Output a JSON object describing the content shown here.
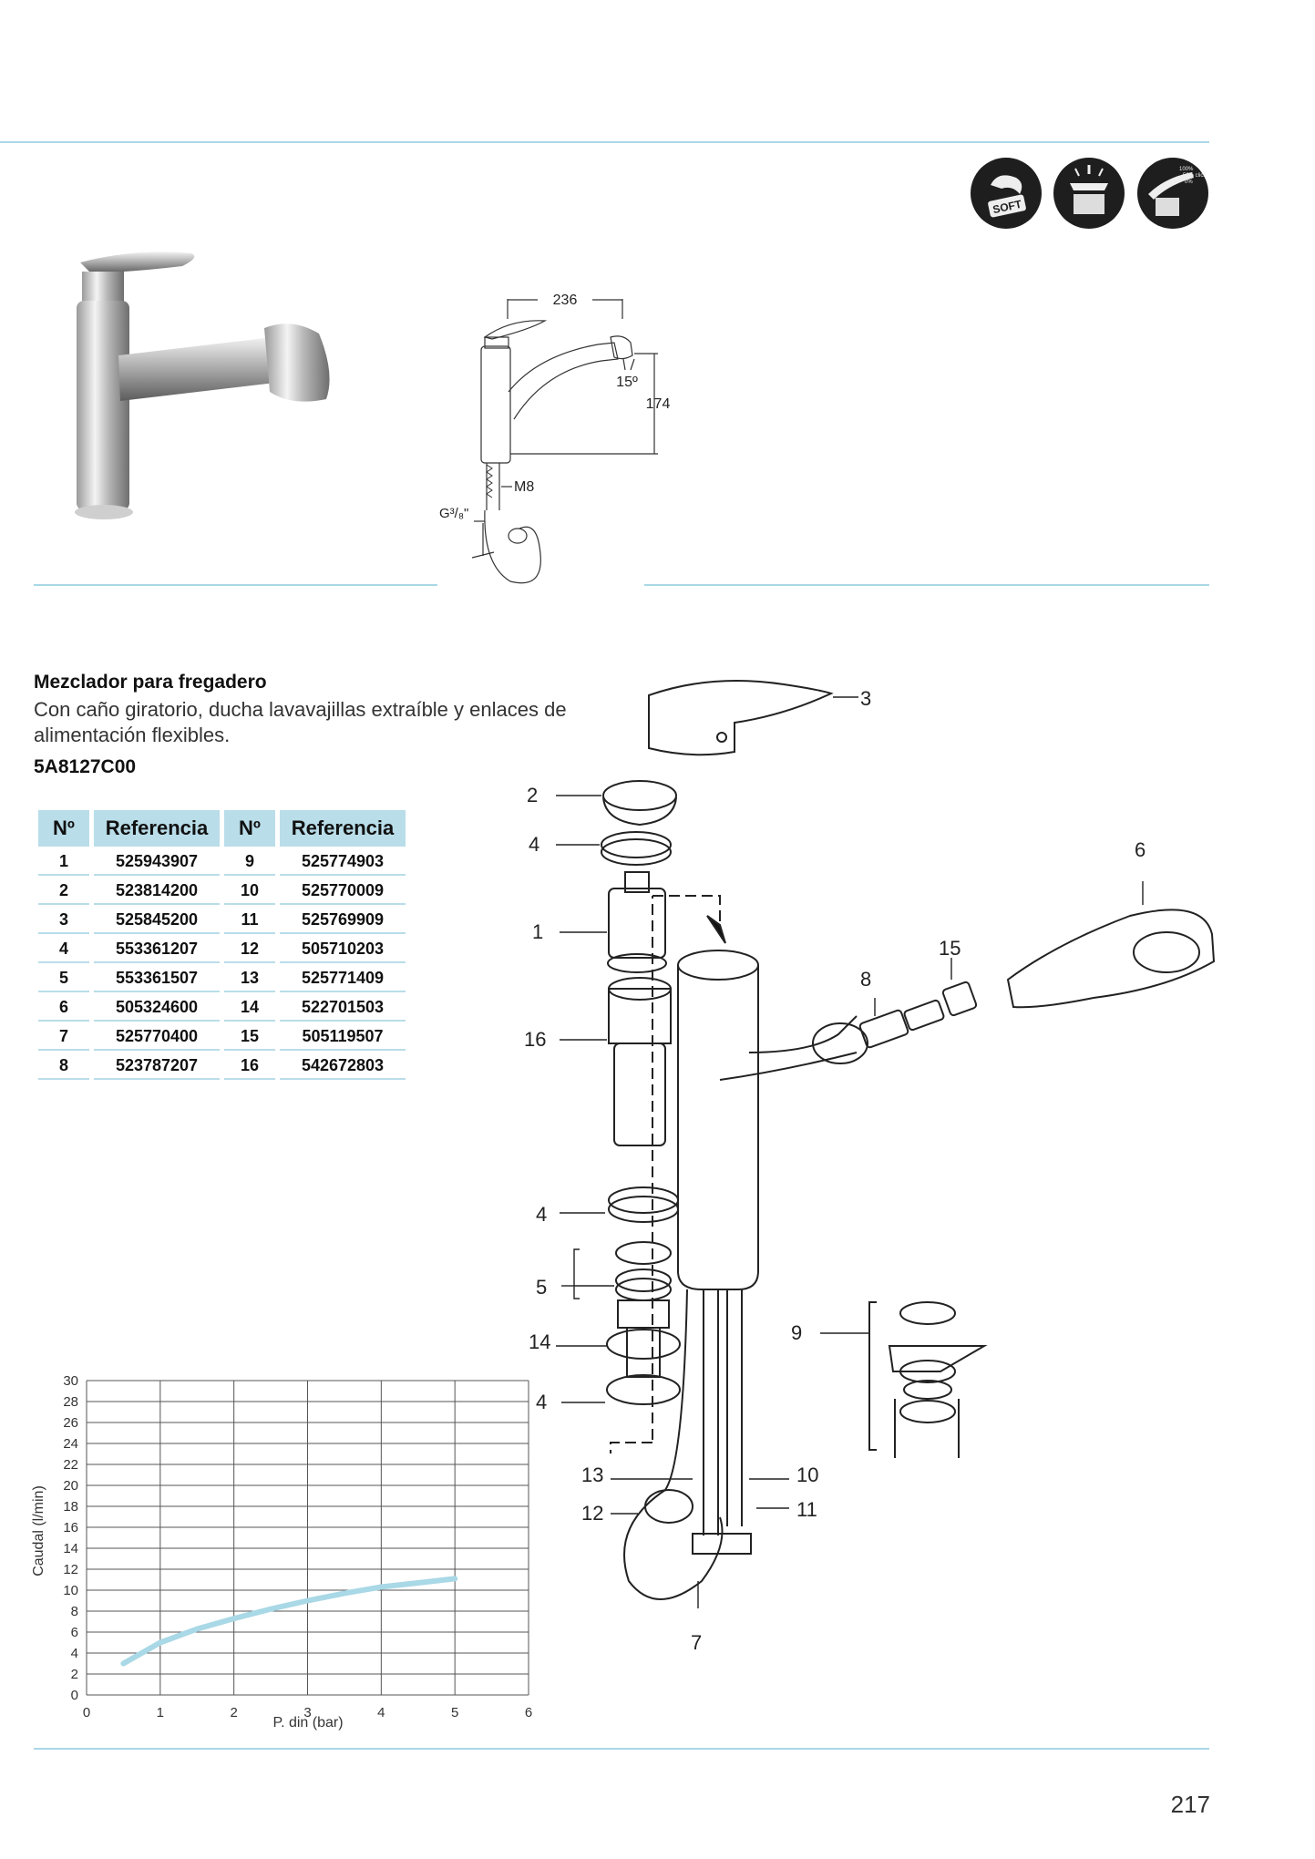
{
  "icons": [
    "soft-icon",
    "cold-start-icon",
    "flow-limit-icon"
  ],
  "icon_labels": {
    "soft": "SOFT",
    "flow_limit": [
      "100%",
      "50% click",
      "0%"
    ]
  },
  "dimensions": {
    "width": "236",
    "angle": "15º",
    "height": "174",
    "thread": "M8",
    "connection": "G³/₈\""
  },
  "product": {
    "title": "Mezclador para fregadero",
    "description": "Con caño giratorio, ducha lavavajillas extraíble y enlaces de alimentación flexibles.",
    "code": "5A8127C00"
  },
  "parts_table": {
    "headers": [
      "Nº",
      "Referencia",
      "Nº",
      "Referencia"
    ],
    "rows": [
      [
        "1",
        "525943907",
        "9",
        "525774903"
      ],
      [
        "2",
        "523814200",
        "10",
        "525770009"
      ],
      [
        "3",
        "525845200",
        "11",
        "525769909"
      ],
      [
        "4",
        "553361207",
        "12",
        "505710203"
      ],
      [
        "5",
        "553361507",
        "13",
        "525771409"
      ],
      [
        "6",
        "505324600",
        "14",
        "522701503"
      ],
      [
        "7",
        "525770400",
        "15",
        "505119507"
      ],
      [
        "8",
        "523787207",
        "16",
        "542672803"
      ]
    ]
  },
  "callouts": [
    "1",
    "2",
    "3",
    "4",
    "4",
    "4",
    "5",
    "6",
    "7",
    "8",
    "9",
    "10",
    "11",
    "12",
    "13",
    "14",
    "15",
    "16"
  ],
  "chart_data": {
    "type": "line",
    "xlabel": "P. din (bar)",
    "ylabel": "Caudal (l/min)",
    "xlim": [
      0,
      6
    ],
    "ylim": [
      0,
      30
    ],
    "xticks": [
      0,
      1,
      2,
      3,
      4,
      5,
      6
    ],
    "yticks": [
      0,
      2,
      4,
      6,
      8,
      10,
      12,
      14,
      16,
      18,
      20,
      22,
      24,
      26,
      28,
      30
    ],
    "grid": true,
    "color": "#a9d8e6",
    "series": [
      {
        "x": [
          0.5,
          1,
          1.5,
          2,
          2.5,
          3,
          3.5,
          4,
          4.5,
          5
        ],
        "values": [
          3.0,
          5.0,
          6.3,
          7.3,
          8.2,
          9.0,
          9.7,
          10.3,
          10.7,
          11.1
        ]
      }
    ]
  },
  "page_number": "217"
}
